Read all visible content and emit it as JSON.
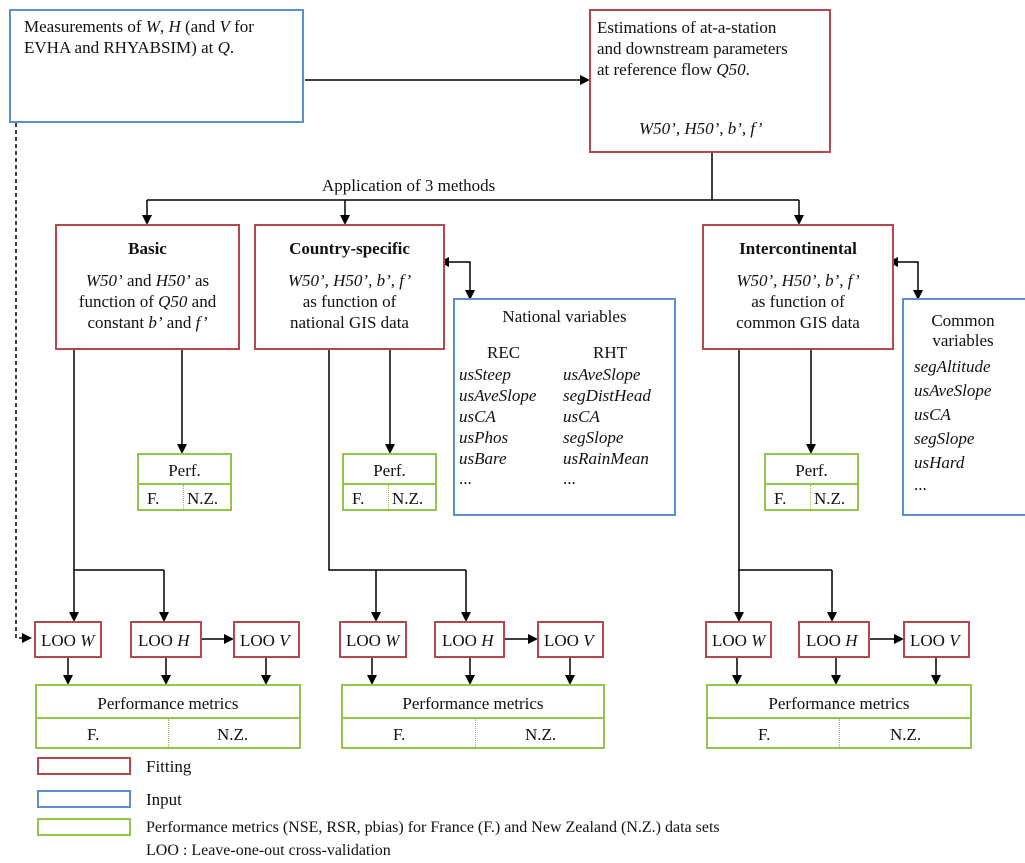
{
  "input_box": {
    "line1": "Measurements of ",
    "W": "W",
    "c1": ", ",
    "H": "H",
    "c2": " (and ",
    "V": "V",
    "c3": " for",
    "line2": "EVHA and RHYABSIM) at ",
    "Q": "Q",
    "dot": "."
  },
  "estimation_box": {
    "line1": "Estimations of at-a-station",
    "line2": "and downstream parameters",
    "line3a": "at reference flow ",
    "line3b": "Q50",
    "line3c": ".",
    "params": "W50’, H50’, b’, f’"
  },
  "application_label": "Application of 3 methods",
  "basic": {
    "title": "Basic",
    "l1a": "W50’",
    "l1b": " and ",
    "l1c": "H50’",
    "l1d": " as",
    "l2a": "function of ",
    "l2b": "Q50",
    "l2c": " and",
    "l3a": "constant ",
    "l3b": "b’",
    "l3c": " and ",
    "l3d": "f’"
  },
  "country": {
    "title": "Country-specific",
    "params": "W50’, H50’, b’, f’",
    "l2": "as function of",
    "l3": "national GIS data"
  },
  "intercontinental": {
    "title": "Intercontinental",
    "params": "W50’, H50’, b’, f’",
    "l2": "as function of",
    "l3": "common GIS data"
  },
  "national_vars": {
    "title": "National variables",
    "rec_header": "REC",
    "rht_header": "RHT",
    "rec": [
      "usSteep",
      "usAveSlope",
      "usCA",
      "usPhos",
      "usBare",
      "..."
    ],
    "rht": [
      "usAveSlope",
      "segDistHead",
      "usCA",
      "segSlope",
      "usRainMean",
      "..."
    ]
  },
  "common_vars": {
    "title1": "Common",
    "title2": "variables",
    "items": [
      "segAltitude",
      "usAveSlope",
      "usCA",
      "segSlope",
      "usHard",
      "..."
    ]
  },
  "perf_small": {
    "title": "Perf.",
    "f": "F.",
    "nz": "N.Z."
  },
  "loo": {
    "prefix": "LOO ",
    "w": "W",
    "h": "H",
    "v": "V"
  },
  "perf_metrics": {
    "title": "Performance metrics",
    "f": "F.",
    "nz": "N.Z."
  },
  "legend": {
    "fitting": "Fitting",
    "input": "Input",
    "perf": "Performance metrics (NSE, RSR, pbias) for France (F.) and New Zealand (N.Z.) data sets",
    "loo": "LOO : Leave-one-out cross-validation"
  },
  "colors": {
    "fitting": "#b5484a",
    "input": "#5b8fd0",
    "performance": "#93c44b"
  }
}
